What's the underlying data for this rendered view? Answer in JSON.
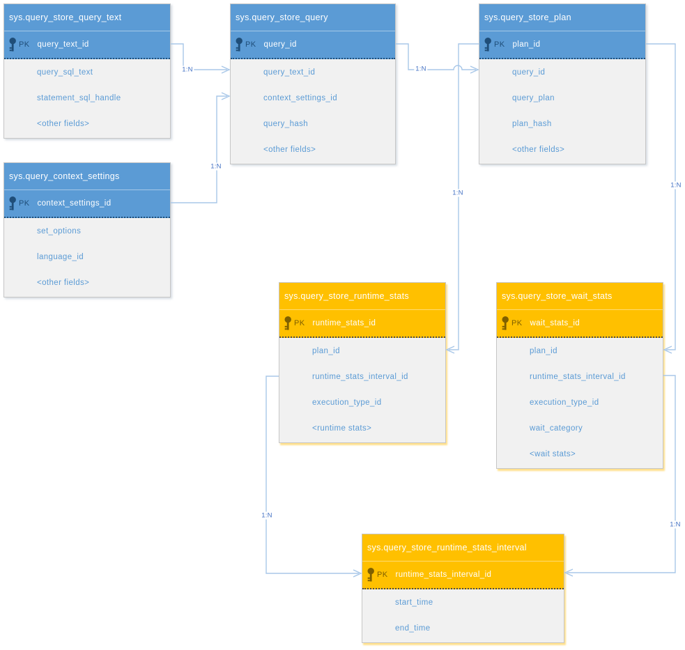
{
  "diagram": {
    "pk_badge": "PK",
    "tables": [
      {
        "title": "sys.query_store_query_text",
        "theme": "blue",
        "pk": "query_text_id",
        "fields": [
          "query_sql_text",
          "statement_sql_handle",
          "<other fields>"
        ]
      },
      {
        "title": "sys.query_store_query",
        "theme": "blue",
        "pk": "query_id",
        "fields": [
          "query_text_id",
          "context_settings_id",
          "query_hash",
          "<other fields>"
        ]
      },
      {
        "title": "sys.query_store_plan",
        "theme": "blue",
        "pk": "plan_id",
        "fields": [
          "query_id",
          "query_plan",
          "plan_hash",
          "<other fields>"
        ]
      },
      {
        "title": "sys.query_context_settings",
        "theme": "blue",
        "pk": "context_settings_id",
        "fields": [
          "set_options",
          "language_id",
          "<other fields>"
        ]
      },
      {
        "title": "sys.query_store_runtime_stats",
        "theme": "orange",
        "pk": "runtime_stats_id",
        "fields": [
          "plan_id",
          "runtime_stats_interval_id",
          "execution_type_id",
          "<runtime stats>"
        ]
      },
      {
        "title": "sys.query_store_wait_stats",
        "theme": "orange",
        "pk": "wait_stats_id",
        "fields": [
          "plan_id",
          "runtime_stats_interval_id",
          "execution_type_id",
          "wait_category",
          "<wait stats>"
        ]
      },
      {
        "title": "sys.query_store_runtime_stats_interval",
        "theme": "orange",
        "pk": "runtime_stats_interval_id",
        "fields": [
          "start_time",
          "end_time"
        ]
      }
    ],
    "connectors": [
      {
        "label": "1:N",
        "from": "sys.query_store_query_text.query_text_id",
        "to": "sys.query_store_query.query_text_id"
      },
      {
        "label": "1:N",
        "from": "sys.query_context_settings.context_settings_id",
        "to": "sys.query_store_query.context_settings_id"
      },
      {
        "label": "1:N",
        "from": "sys.query_store_query.query_id",
        "to": "sys.query_store_plan.query_id"
      },
      {
        "label": "1:N",
        "from": "sys.query_store_plan.plan_id",
        "to": "sys.query_store_runtime_stats.plan_id"
      },
      {
        "label": "1:N",
        "from": "sys.query_store_plan.plan_id",
        "to": "sys.query_store_wait_stats.plan_id"
      },
      {
        "label": "1:N",
        "from": "sys.query_store_runtime_stats.runtime_stats_interval_id",
        "to": "sys.query_store_runtime_stats_interval.runtime_stats_interval_id"
      },
      {
        "label": "1:N",
        "from": "sys.query_store_wait_stats.runtime_stats_interval_id",
        "to": "sys.query_store_runtime_stats_interval.runtime_stats_interval_id"
      }
    ],
    "colors": {
      "blue_header": "#5b9bd5",
      "orange_header": "#ffc000",
      "blue_key": "#1f4e79",
      "orange_key": "#7f6000",
      "field_text": "#5b9bd5",
      "body_background": "#f1f1f1",
      "connector_line": "#a8c7e8",
      "connector_label": "#4472c4"
    }
  }
}
